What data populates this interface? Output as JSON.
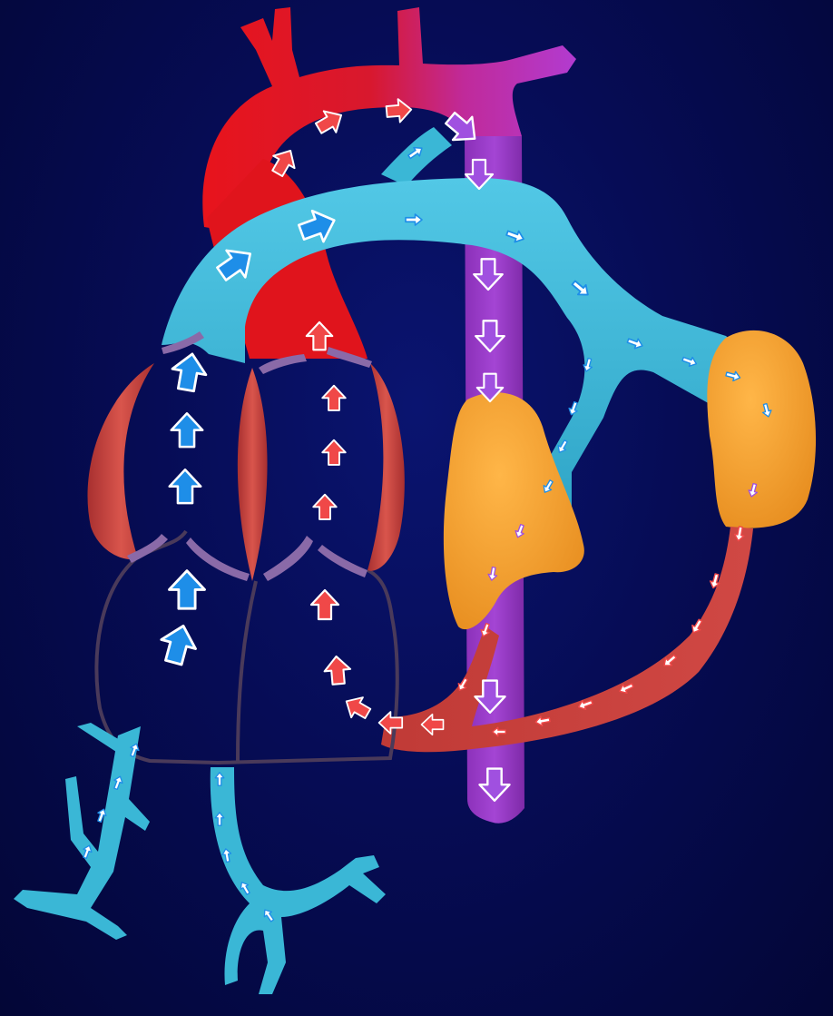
{
  "diagram": {
    "colors": {
      "background": "#060c55",
      "aorta_red": "#e8141c",
      "aorta_purple": "#b23bd0",
      "pulmonary_blue": "#3ab7d6",
      "descending_purple": "#9a3cc8",
      "lung_orange": "#f5a030",
      "vessel_red": "#c8403a",
      "heart_muscle": "#c9453e",
      "valve_purple": "#8a6aa8",
      "outline": "#4a3a5a",
      "arrow_blue": "#1e8ee8",
      "arrow_red": "#f04848",
      "arrow_purple": "#a050e0"
    },
    "structures": [
      "aortic-arch",
      "pulmonary-artery",
      "ductus-arteriosus",
      "descending-aorta",
      "left-lung",
      "right-lung",
      "pulmonary-veins",
      "heart-chambers",
      "ventricular-muscle",
      "superior-vena-cava",
      "inferior-vena-cava"
    ]
  }
}
